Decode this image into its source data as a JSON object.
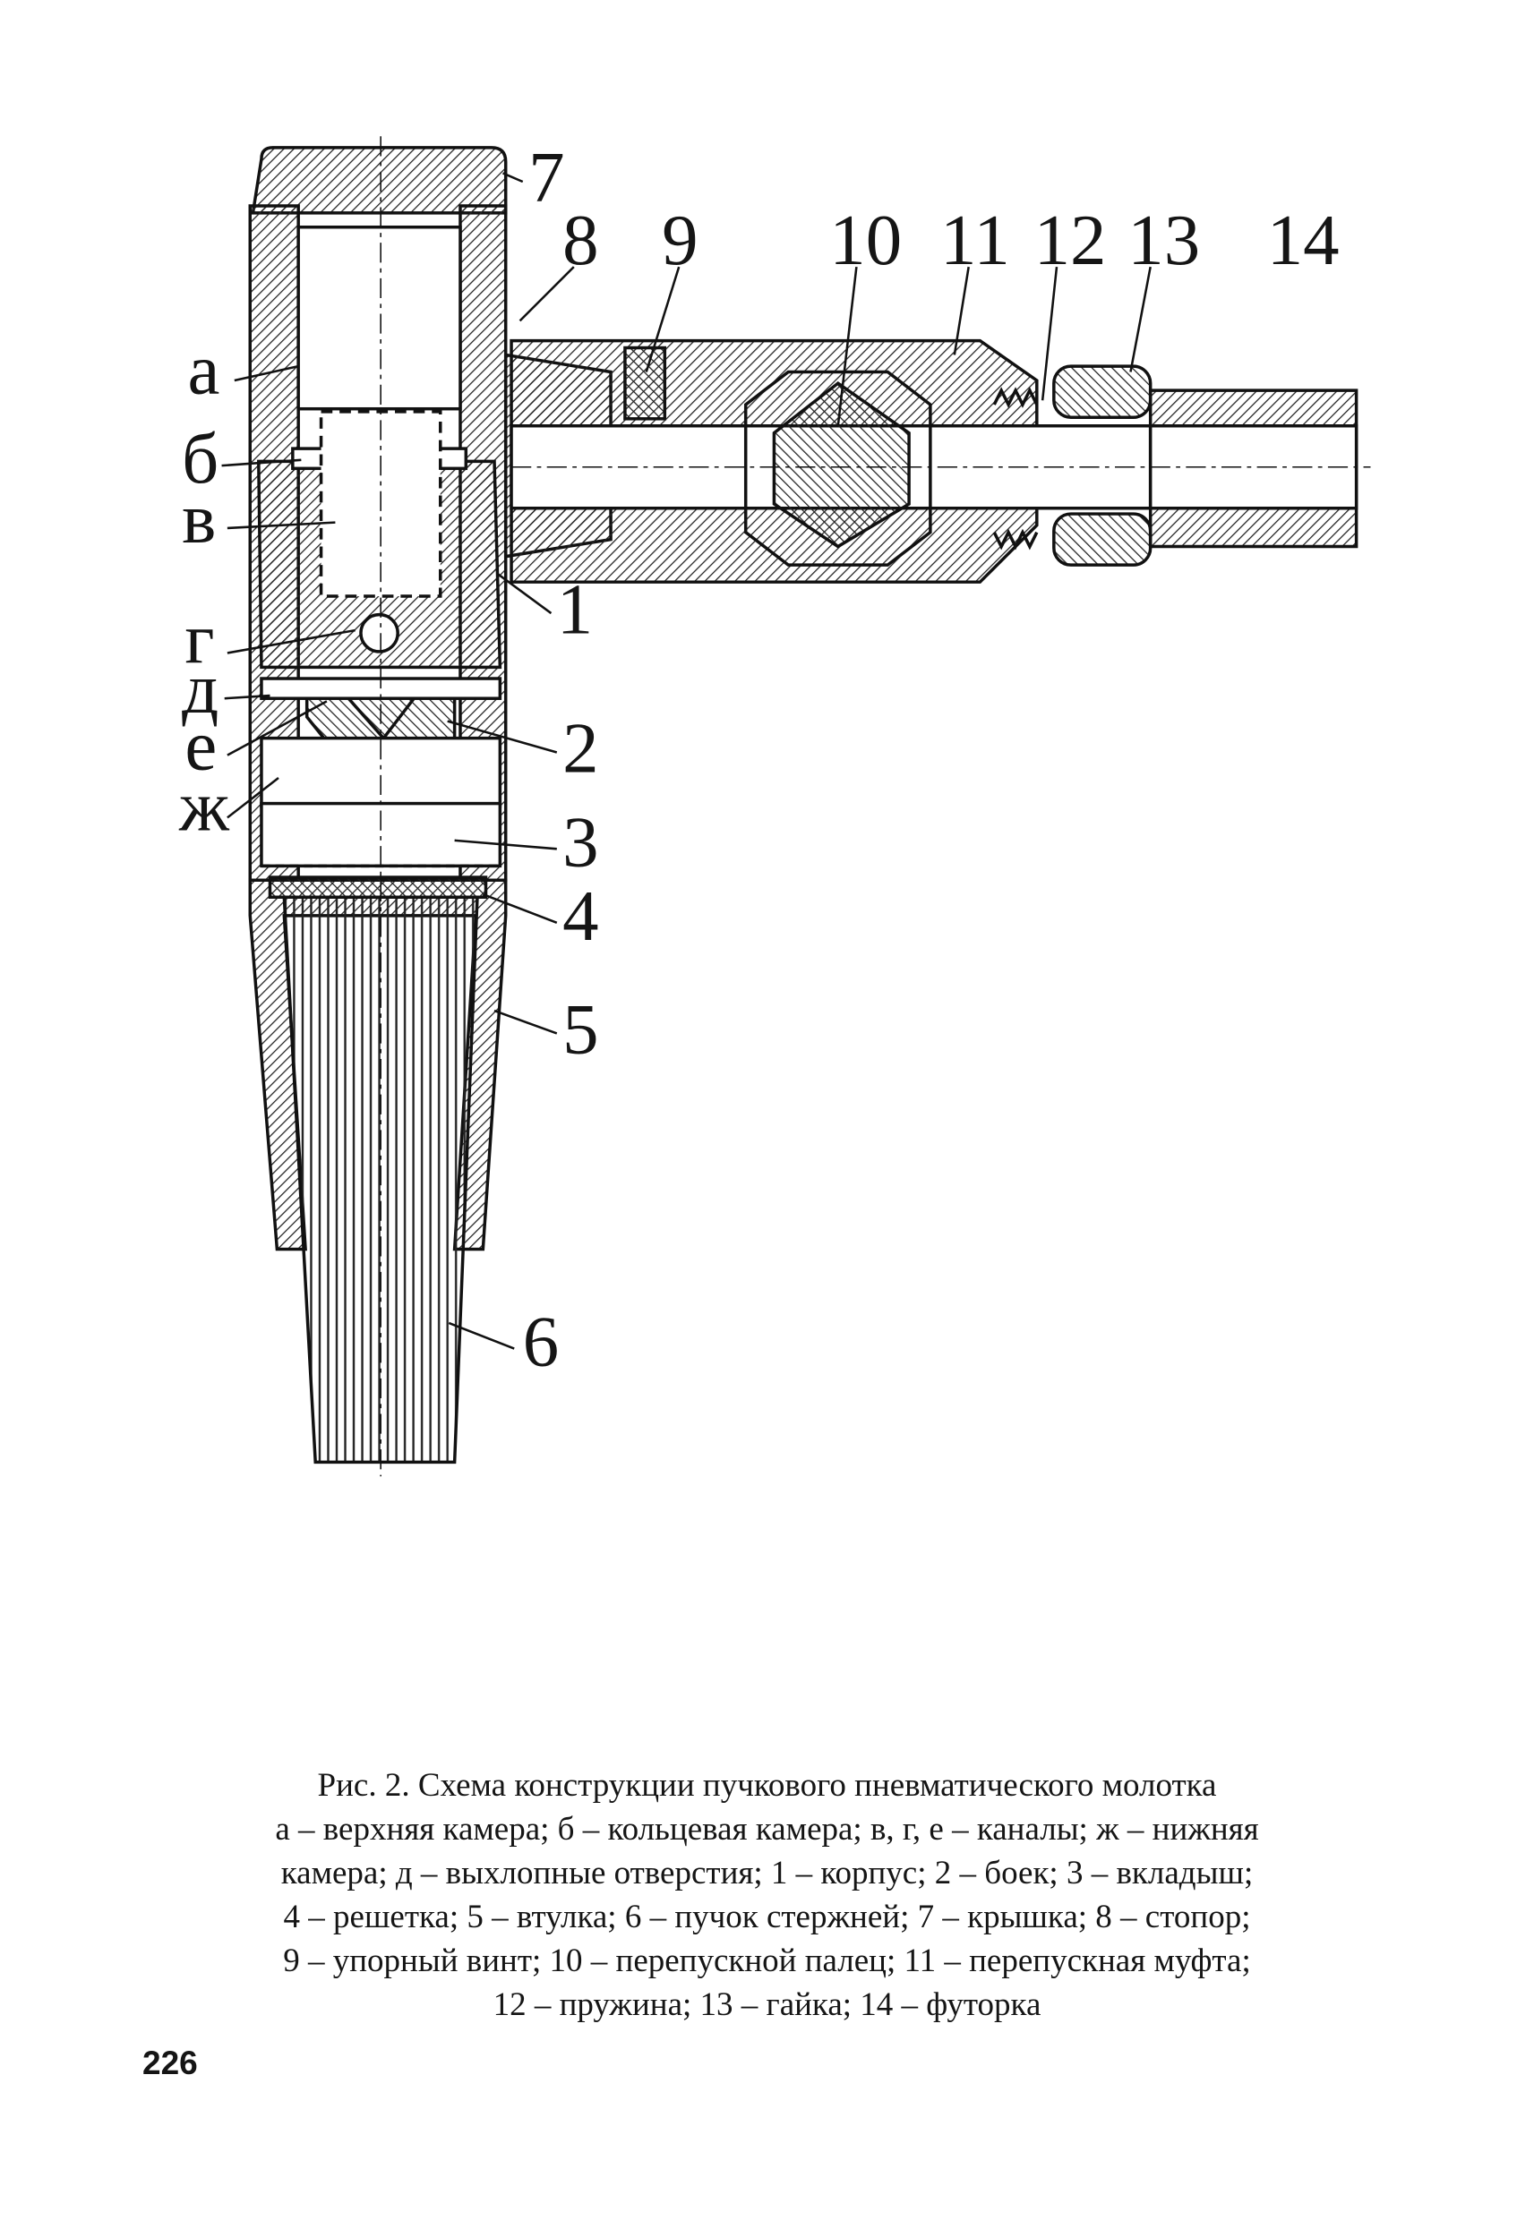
{
  "figure": {
    "callouts": [
      {
        "id": "a",
        "text": "а"
      },
      {
        "id": "b",
        "text": "б"
      },
      {
        "id": "v",
        "text": "в"
      },
      {
        "id": "g",
        "text": "г"
      },
      {
        "id": "d",
        "text": "д"
      },
      {
        "id": "e",
        "text": "е"
      },
      {
        "id": "zh",
        "text": "ж"
      },
      {
        "id": "n1",
        "text": "1"
      },
      {
        "id": "n2",
        "text": "2"
      },
      {
        "id": "n3",
        "text": "3"
      },
      {
        "id": "n4",
        "text": "4"
      },
      {
        "id": "n5",
        "text": "5"
      },
      {
        "id": "n6",
        "text": "6"
      },
      {
        "id": "n7",
        "text": "7"
      },
      {
        "id": "n8",
        "text": "8"
      },
      {
        "id": "n9",
        "text": "9"
      },
      {
        "id": "n10",
        "text": "10"
      },
      {
        "id": "n11",
        "text": "11"
      },
      {
        "id": "n12",
        "text": "12"
      },
      {
        "id": "n13",
        "text": "13"
      },
      {
        "id": "n14",
        "text": "14"
      }
    ]
  },
  "caption": {
    "title": "Рис. 2. Схема конструкции пучкового пневматического молотка",
    "lines": [
      "а – верхняя камера; б – кольцевая камера; в, г, е – каналы; ж – нижняя",
      "камера; д – выхлопные отверстия; 1 – корпус; 2 – боек; 3 – вкладыш;",
      "4 – решетка; 5 – втулка; 6 – пучок стержней; 7 – крышка; 8 – стопор;",
      "9 – упорный винт; 10 – перепускной палец; 11 – перепускная муфта;",
      "12 – пружина; 13 – гайка; 14 – футорка"
    ]
  },
  "page_number": "226"
}
